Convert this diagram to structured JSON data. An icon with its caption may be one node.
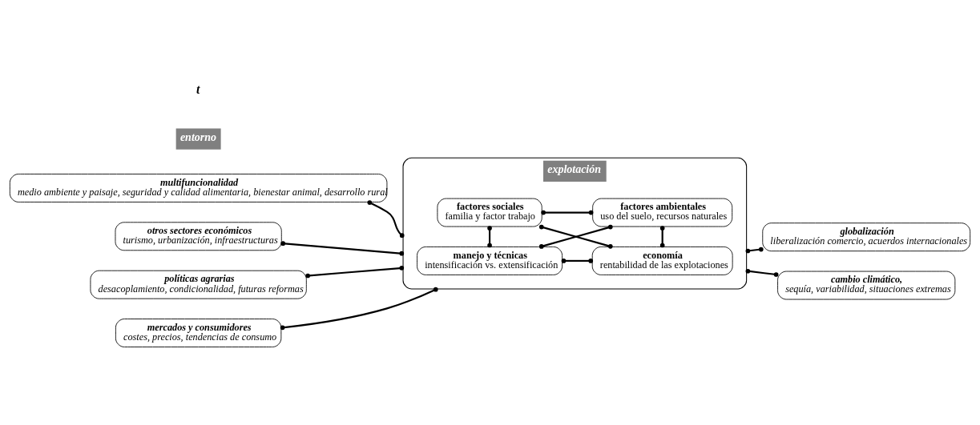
{
  "diagram": {
    "nodes": [
      {
        "text": [
          "multifuncionalidad",
          "medio ambiente y paisaje, seguridad y calidad alimentaria, bienestar animal, desarrollo rural"
        ]
      },
      {
        "text": [
          "otros sectores económicos",
          "turismo, urbanización, infraestructuras"
        ]
      },
      {
        "text": [
          "entorno"
        ]
      },
      {
        "text": [
          "explotación"
        ]
      },
      {
        "text": [
          "manejo y técnicas",
          "intensificación vs. extensificación"
        ],
        "in": 3
      },
      {
        "text": [
          "economía",
          "rentabilidad de las explotaciones"
        ],
        "in": 3
      },
      {
        "text": [
          "factores sociales",
          "familia y factor trabajo"
        ],
        "in": 3
      },
      {
        "text": [
          "factores ambientales",
          "uso del suelo, recursos naturales"
        ],
        "in": 3
      },
      {
        "text": [
          "políticas agrarias",
          "desacoplamiento, condicionalidad, futuras reformas"
        ]
      },
      {
        "text": [
          "mercados y consumidores",
          "costes, precios, tendencias de consumo"
        ]
      },
      {
        "text": [
          "globalización",
          "liberalización comercio, acuerdos internacionales"
        ]
      },
      {
        "text": [
          "cambio climático,",
          "sequía, variabilidad, situaciones extremas"
        ]
      }
    ],
    "edges": [
      {
        "from": 0,
        "to": 3,
        "arrow": "other"
      },
      {
        "from": 1,
        "to": 3,
        "arrow": "other"
      },
      {
        "from": 8,
        "to": 3,
        "arrow": "other"
      },
      {
        "from": 9,
        "to": 3,
        "arrow": "other"
      },
      {
        "from": 3,
        "to": 10,
        "arrow": "other"
      },
      {
        "from": 3,
        "to": 11,
        "arrow": "other"
      },
      {
        "from": 4,
        "to": 5,
        "arrow": "other"
      },
      {
        "from": 4,
        "to": 7,
        "arrow": "other"
      },
      {
        "from": 4,
        "to": 6,
        "arrow": "other"
      },
      {
        "from": 6,
        "to": 5,
        "arrow": "other"
      },
      {
        "from": 5,
        "to": 7,
        "arrow": "other"
      },
      {
        "from": 6,
        "to": 7,
        "arrow": "other"
      }
    ],
    "labels": [
      "t"
    ]
  }
}
